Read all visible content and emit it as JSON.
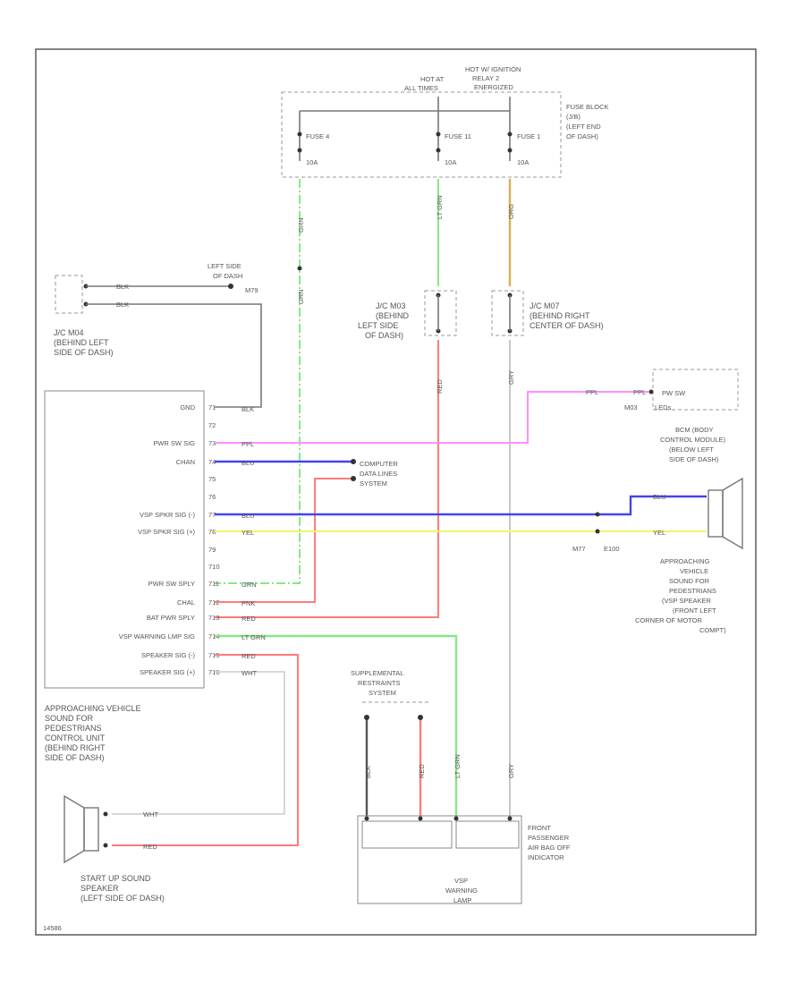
{
  "figure_id": "14586",
  "fuse_block": {
    "supply_labels": [
      "HOT AT ALL TIMES",
      "HOT W/ IGNITION RELAY 2 ENERGIZED"
    ],
    "label": [
      "FUSE BLOCK",
      "(J/B)",
      "(LEFT END",
      "OF DASH)"
    ],
    "fuses": [
      {
        "name": "FUSE 4",
        "rating": "10A"
      },
      {
        "name": "FUSE 11",
        "rating": "10A"
      },
      {
        "name": "FUSE 1",
        "rating": "10A"
      }
    ]
  },
  "jc_left_top": {
    "ground_label": [
      "LEFT SIDE",
      "OF DASH"
    ],
    "ground_num": "M79",
    "label": [
      "J/C M04",
      "(BEHIND LEFT",
      "SIDE OF DASH)"
    ]
  },
  "jc_m03": [
    "J/C M03",
    "(BEHIND",
    "LEFT SIDE",
    "OF DASH)"
  ],
  "jc_m07": [
    "J/C M07",
    "(BEHIND RIGHT",
    "CENTER OF DASH)"
  ],
  "control_unit": {
    "pins_left": [
      "GND",
      "PWR SW SIG",
      "CHAN",
      "VSP SPKR SIG (-)",
      "VSP SPKR SIG (+)",
      "PWR SW SPLY",
      "CHAL",
      "BAT PWR SPLY",
      "VSP WARNING LMP SIG",
      "SPEAKER SIG (-)",
      "SPEAKER SIG (+)"
    ],
    "pin_numbers": [
      "71",
      "72",
      "73",
      "74",
      "75",
      "76",
      "77",
      "78",
      "79",
      "710",
      "711",
      "712",
      "713",
      "714",
      "715",
      "716"
    ],
    "label": [
      "APPROACHING VEHICLE",
      "SOUND FOR",
      "PEDESTRIANS",
      "CONTROL UNIT",
      "(BEHIND RIGHT",
      "SIDE OF DASH)"
    ]
  },
  "wire_colors": {
    "blk": "BLK",
    "ppl": "PPL",
    "grn": "GRN",
    "yel": "YEL",
    "pnk": "PNK",
    "red": "RED",
    "lt_grn": "LT GRN",
    "wht": "WHT",
    "org": "ORG",
    "gry": "GRY"
  },
  "colors": {
    "green": "#86e886",
    "pink": "#ff8fff",
    "blue": "#4444ee",
    "yellow": "#f2f26a",
    "red": "#ff7b7b",
    "orange": "#d8b050",
    "gray": "#777777"
  },
  "data_lines": [
    "COMPUTER",
    "DATA LINES",
    "SYSTEM"
  ],
  "pwr_sw": {
    "label": "PW SW",
    "sub": "LEDs",
    "node": "M03"
  },
  "bcm": [
    "BCM (BODY",
    "CONTROL MODULE)",
    "(BELOW LEFT",
    "SIDE OF DASH)"
  ],
  "connectors": {
    "m77": "M77",
    "e100": "E100"
  },
  "ext_speaker": [
    "APPROACHING",
    "VEHICLE",
    "SOUND FOR",
    "PEDESTRIANS",
    "(VSP SPEAKER",
    "(FRONT LEFT",
    "CORNER OF MOTOR",
    "COMPT)"
  ],
  "srs": [
    "SUPPLEMENTAL",
    "RESTRAINTS",
    "SYSTEM"
  ],
  "startup_speaker": [
    "START UP SOUND",
    "SPEAKER",
    "(LEFT SIDE OF DASH)"
  ],
  "lamp_module": {
    "label": [
      "FRONT",
      "PASSENGER",
      "AIR BAG OFF",
      "INDICATOR"
    ],
    "inner": [
      "VSP",
      "WARNING",
      "LAMP"
    ]
  }
}
